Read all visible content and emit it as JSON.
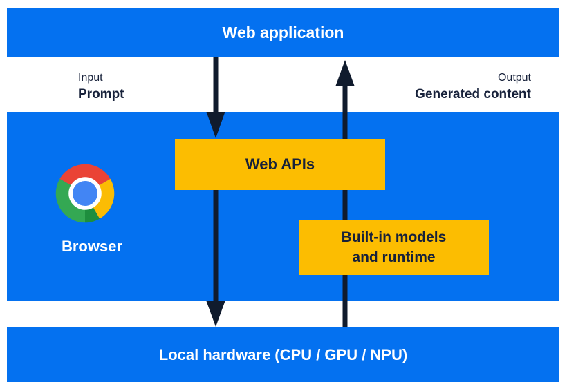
{
  "diagram": {
    "top_bar": {
      "label": "Web application"
    },
    "flow_labels": {
      "input_title": "Input",
      "input_value": "Prompt",
      "output_title": "Output",
      "output_value": "Generated content"
    },
    "browser_section": {
      "browser_label": "Browser",
      "web_apis_box_label": "Web APIs",
      "builtin_box_line1": "Built-in models",
      "builtin_box_line2": "and runtime"
    },
    "bottom_bar": {
      "label": "Local hardware (CPU / GPU / NPU)"
    }
  },
  "icons": {
    "browser_logo": "chrome-logo"
  },
  "colors": {
    "band_blue": "#0471F0",
    "box_yellow": "#FCBD01",
    "arrow_navy": "#101B2D",
    "text_navy": "#17213A",
    "white": "#FFFFFF",
    "chrome_red": "#EA4335",
    "chrome_yellow": "#FBBC04",
    "chrome_green": "#34A853",
    "chrome_green_dark": "#1E8E3E",
    "chrome_blue": "#4285F4"
  }
}
